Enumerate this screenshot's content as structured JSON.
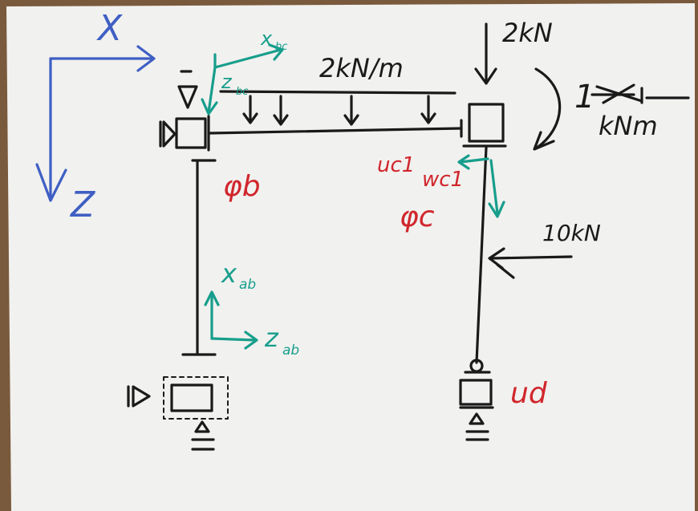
{
  "colors": {
    "paper": "#f1f1ef",
    "table": "#7a5a3c",
    "ink_black": "#1a1a1a",
    "ink_blue": "#3f5fc4",
    "ink_teal": "#179e8c",
    "ink_red": "#d0262c"
  },
  "global_axes": {
    "x": "X",
    "z": "Z"
  },
  "local_axes": {
    "beam_x": "x",
    "beam_x_sub": "bc",
    "beam_z": "z",
    "beam_z_sub": "bc",
    "column_x": "x",
    "column_x_sub": "ab",
    "column_z": "z",
    "column_z_sub": "ab"
  },
  "loads": {
    "distributed": "2kN/m",
    "point_top": "2kN",
    "moment_num": "1",
    "moment_unit": "kNm",
    "horizontal": "10kN"
  },
  "dofs": {
    "phi_b": "φb",
    "phi_c": "φc",
    "u_c1": "uc1",
    "w_c1": "wc1",
    "u_d": "ud"
  }
}
